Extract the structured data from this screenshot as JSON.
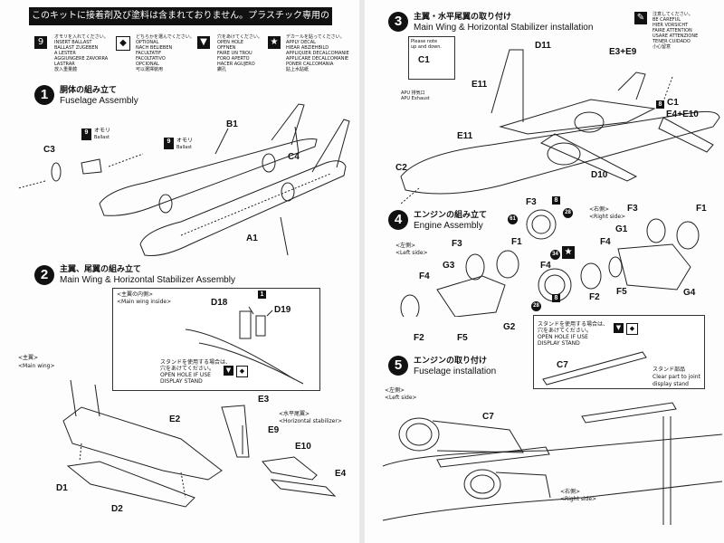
{
  "top_banner": "このキットに接着剤及び塗料は含まれておりません。プラスチック専用の物を別にお求め下さい。",
  "legend_left": [
    {
      "icon": "ballast-icon",
      "lines": [
        "オモリを入れてください。",
        "INSERT BALLAST",
        "BALLAST ZUGEBEN",
        "A LESTER",
        "AGGIUNGERE ZAVORRA",
        "LASTRAR",
        "放入重量體"
      ]
    },
    {
      "icon": "optional-icon",
      "lines": [
        "どちらかを選んでください。",
        "OPTIONAL",
        "NACH BELIEBEN",
        "FACULTATIF",
        "FACOLTATIVO",
        "OPCIONAL",
        "可以選擇裝用"
      ]
    },
    {
      "icon": "open-hole-icon",
      "lines": [
        "穴をあけてください。",
        "OPEN HOLE",
        "OFFNEN",
        "FAIRE UN TROU",
        "FORO APERTO",
        "HACER AGUJERO",
        "鑽孔"
      ]
    },
    {
      "icon": "decal-icon",
      "lines": [
        "デカールを貼ってください。",
        "APPLY DECAL",
        "HIEAR ABZIEHBILD",
        "APPLIQUER DECALCOMANIE",
        "APPLICARE DECALCOMANIE",
        "PONER CALCOMANIA",
        "貼上水貼紙"
      ]
    }
  ],
  "legend_right": {
    "lines": [
      "注意してください。",
      "BE CAREFUL",
      "HIER VORSICHT",
      "FAIRE ATTENTION",
      "USARE ATTENZIONE",
      "TENER CUIDADO",
      "小心留意"
    ]
  },
  "step1": {
    "num": "1",
    "jp": "胴体の組み立て",
    "en": "Fuselage Assembly",
    "ballast_jp": "オモリ",
    "ballast_en": "Ballast",
    "parts": [
      "B1",
      "C3",
      "C4",
      "A1"
    ]
  },
  "step2": {
    "num": "2",
    "jp": "主翼、尾翼の組み立て",
    "en": "Main Wing & Horizontal Stabilizer Assembly",
    "inset_jp": "<主翼の内側>",
    "inset_en": "<Main wing inside>",
    "inset_parts": [
      "D18",
      "D19"
    ],
    "stand_note": [
      "スタンドを使用する場合は、",
      "穴をあけてください。",
      "OPEN HOLE IF USE",
      "DISPLAY STAND"
    ],
    "main_jp": "<主翼>",
    "main_en": "<Main wing>",
    "stab_jp": "<水平尾翼>",
    "stab_en": "<Horizontal stabilizer>",
    "parts": [
      "E2",
      "D1",
      "D2",
      "E3",
      "E9",
      "E10",
      "E4"
    ],
    "badge": "1"
  },
  "step3": {
    "num": "3",
    "jp": "主翼・水平尾翼の取り付け",
    "en": "Main Wing & Horizontal Stabilizer installation",
    "c1_note": [
      "Please note",
      "up and down."
    ],
    "apu_jp": "APU 排気口",
    "apu_en": "APU Exhaust",
    "parts": [
      "C1",
      "D11",
      "E3+E9",
      "E11",
      "E11",
      "C1",
      "E4+E10",
      "C2",
      "D10"
    ],
    "badge": "8"
  },
  "step4": {
    "num": "4",
    "jp": "エンジンの組み立て",
    "en": "Engine Assembly",
    "left_jp": "<左側>",
    "left_en": "<Left side>",
    "right_jp": "<右側>",
    "right_en": "<Right side>",
    "parts_left": [
      "F3",
      "F1",
      "G3",
      "F4",
      "F2",
      "F5",
      "G2"
    ],
    "parts_right": [
      "F3",
      "F1",
      "G1",
      "F4",
      "F2",
      "F5",
      "G4"
    ],
    "center_parts": [
      "F3",
      "F4"
    ],
    "badges": [
      "8",
      "28",
      "61",
      "34",
      "8",
      "28"
    ]
  },
  "step5": {
    "num": "5",
    "jp": "エンジンの取り付け",
    "en": "Fuselage installation",
    "left_jp": "<左側>",
    "left_en": "<Left side>",
    "right_jp": "<右側>",
    "right_en": "<Right side>",
    "stand_note": [
      "スタンドを使用する場合は、",
      "穴をあけてください。",
      "OPEN HOLE IF USE",
      "DISPLAY STAND"
    ],
    "stand_part_jp": "スタンド部品",
    "stand_part_en": [
      "Clear part to joint",
      "display stand"
    ],
    "parts": [
      "C7",
      "C7"
    ]
  }
}
